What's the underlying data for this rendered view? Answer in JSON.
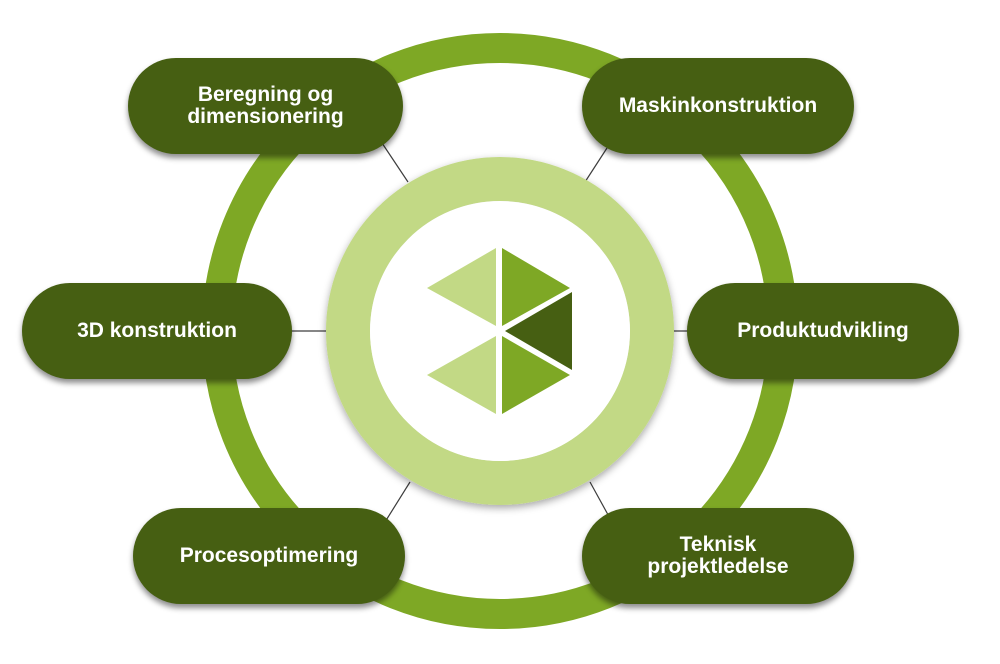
{
  "nodes": [
    {
      "id": "beregning",
      "label": "Beregning og\ndimensionering"
    },
    {
      "id": "maskin",
      "label": "Maskinkonstruktion"
    },
    {
      "id": "3d",
      "label": "3D konstruktion"
    },
    {
      "id": "produkt",
      "label": "Produktudvikling"
    },
    {
      "id": "proces",
      "label": "Procesoptimering"
    },
    {
      "id": "teknisk",
      "label": "Teknisk\nprojektledelse"
    }
  ],
  "colors": {
    "pill_fill": "#465f12",
    "outer_ring": "#7ea825",
    "inner_ring": "#c2d985",
    "connector": "#3d3d3d",
    "logo_light": "#c2d985",
    "logo_mid": "#7ea825",
    "logo_dark": "#465f12"
  },
  "center_icon": "hexagon-triangles-logo-icon"
}
